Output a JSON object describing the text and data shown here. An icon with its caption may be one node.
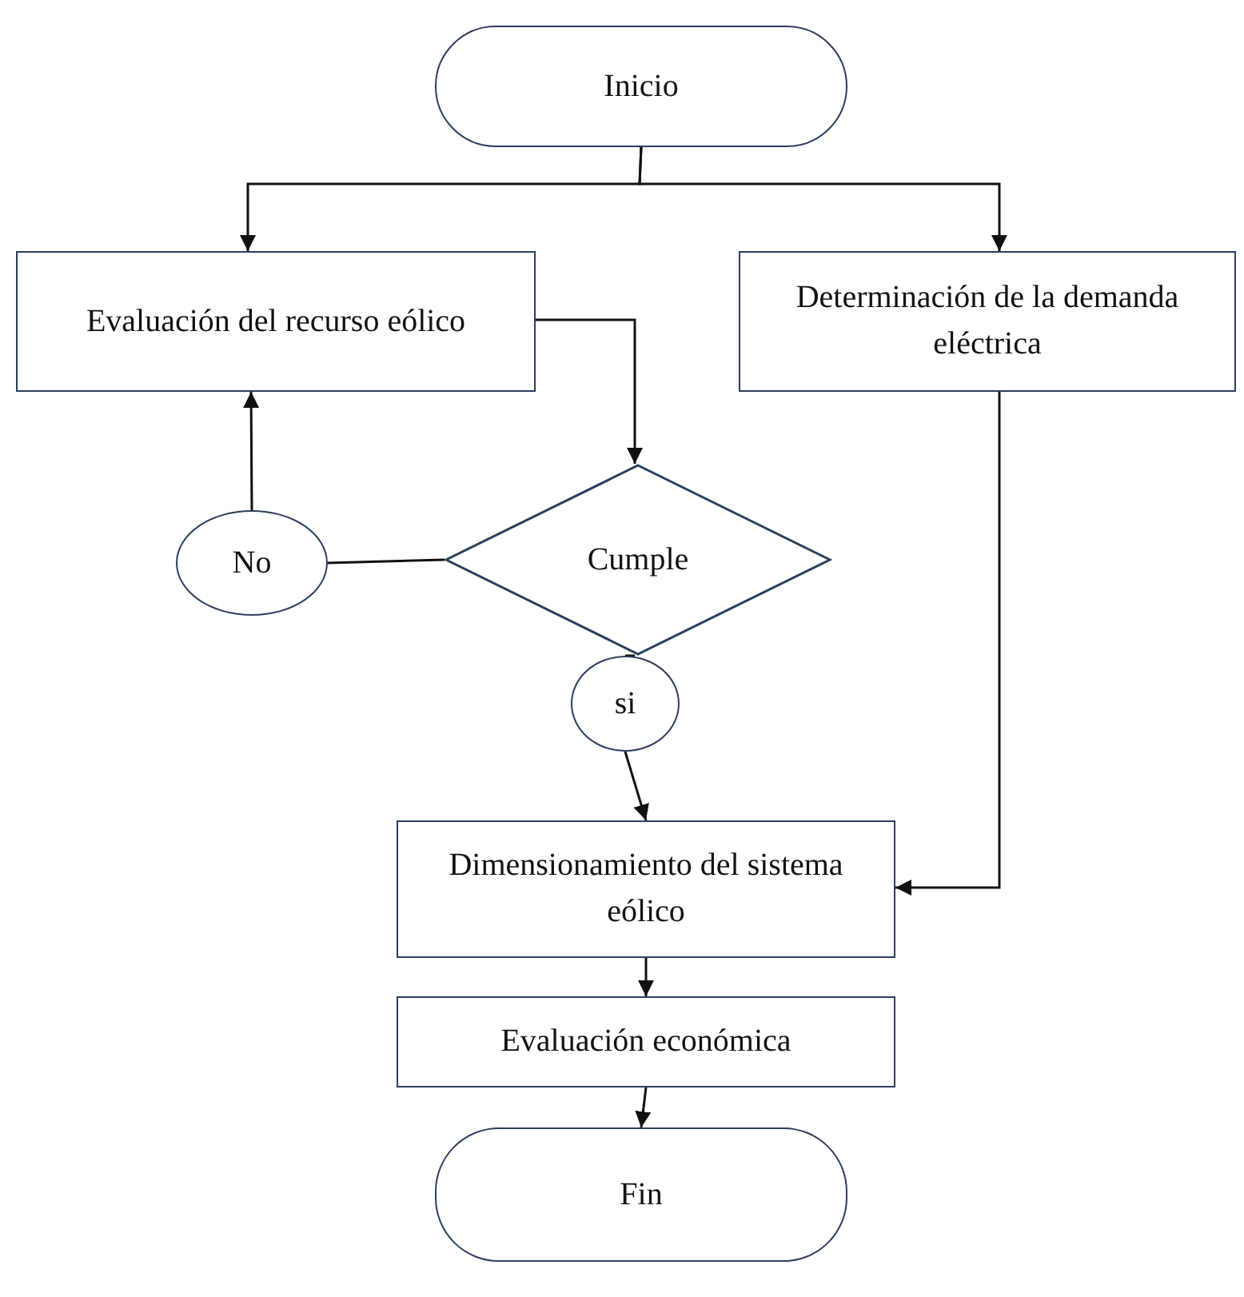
{
  "diagram": {
    "nodes": [
      {
        "text": [
          "Inicio"
        ]
      },
      {
        "text": [
          "Evaluación del recurso eólico"
        ]
      },
      {
        "text": [
          "Determinación de la demanda eléctrica"
        ]
      },
      {
        "text": [
          "No"
        ]
      },
      {
        "text": [
          "Cumple"
        ]
      },
      {
        "text": [
          "si"
        ]
      },
      {
        "text": [
          "Dimensionamiento del sistema eólico"
        ]
      },
      {
        "text": [
          "Evaluación económica"
        ]
      },
      {
        "text": [
          "Fin"
        ]
      }
    ],
    "edges": [
      {
        "from": 0,
        "to": 1,
        "arrow": "to"
      },
      {
        "from": 0,
        "to": 2,
        "arrow": "to"
      },
      {
        "from": 1,
        "to": 4,
        "arrow": "to"
      },
      {
        "from": 4,
        "to": 3,
        "arrow": "none"
      },
      {
        "from": 3,
        "to": 1,
        "arrow": "to"
      },
      {
        "from": 4,
        "to": 5,
        "arrow": "none"
      },
      {
        "from": 5,
        "to": 6,
        "arrow": "to"
      },
      {
        "from": 2,
        "to": 6,
        "arrow": "to"
      },
      {
        "from": 6,
        "to": 7,
        "arrow": "to"
      },
      {
        "from": 7,
        "to": 8,
        "arrow": "to"
      }
    ]
  }
}
